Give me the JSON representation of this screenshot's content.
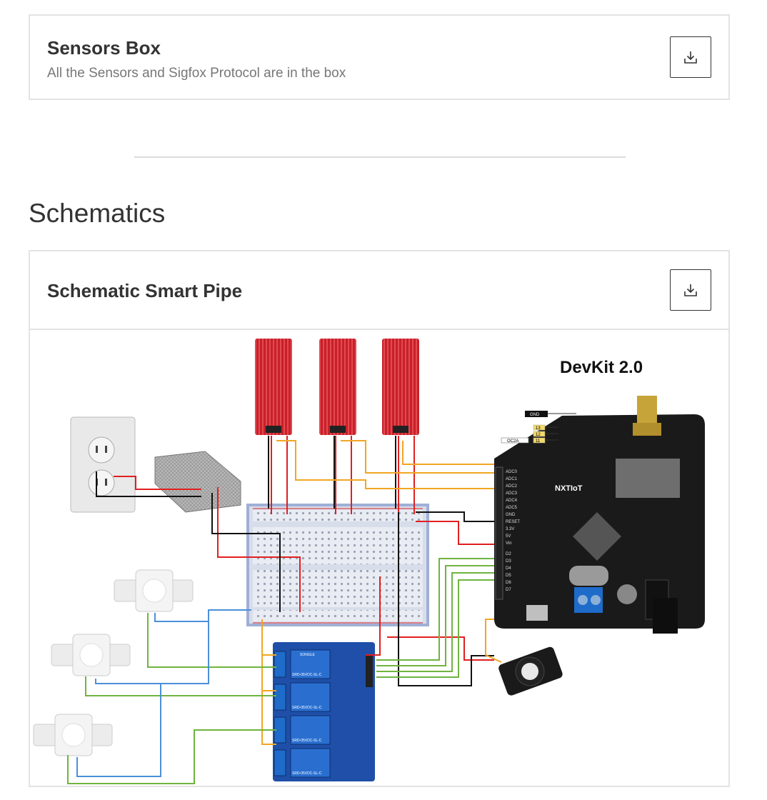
{
  "attachment": {
    "title": "Sensors Box",
    "description": "All the Sensors and Sigfox Protocol are in the box",
    "download_icon": "download-icon"
  },
  "section": {
    "title": "Schematics"
  },
  "schematic": {
    "title": "Schematic Smart Pipe",
    "download_icon": "download-icon",
    "board_label": "DevKit 2.0",
    "board_brand": "NXTIoT",
    "pin_labels": [
      "GND",
      "13",
      "12",
      "11",
      "OC2A"
    ],
    "header_labels": [
      "ADC0",
      "ADC1",
      "ADC2",
      "ADC3",
      "ADC4",
      "ADC5",
      "GND",
      "RESET",
      "3.3V",
      "5V",
      "Vin",
      "D2",
      "D3",
      "D4",
      "D5",
      "D6",
      "D7"
    ],
    "relay_labels": [
      "SRD-05VDC-SL-C",
      "SRD-05VDC-SL-C",
      "SRD-05VDC-SL-C",
      "SRD-05VDC-SL-C"
    ],
    "relay_brand": "SONGLE",
    "colors": {
      "wire_red": "#e02020",
      "wire_black": "#111111",
      "wire_orange": "#f2a623",
      "wire_green": "#6fb43f",
      "wire_blue": "#4a90d9",
      "sensor_red": "#c8202a",
      "relay_board": "#1f4fa8",
      "devkit_board": "#1a1a1a"
    }
  }
}
